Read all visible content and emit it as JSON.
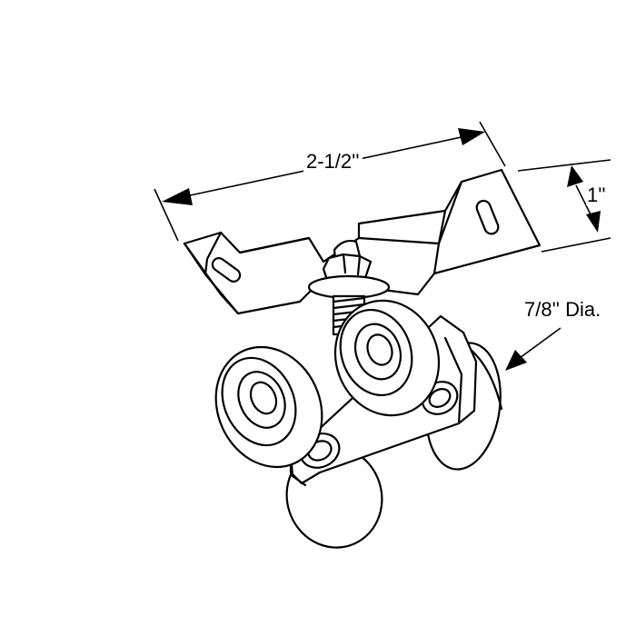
{
  "dimensions": {
    "width": "2-1/2''",
    "height": "1''",
    "wheel_diameter": "7/8'' Dia."
  },
  "colors": {
    "line": "#000000",
    "background": "#ffffff"
  }
}
